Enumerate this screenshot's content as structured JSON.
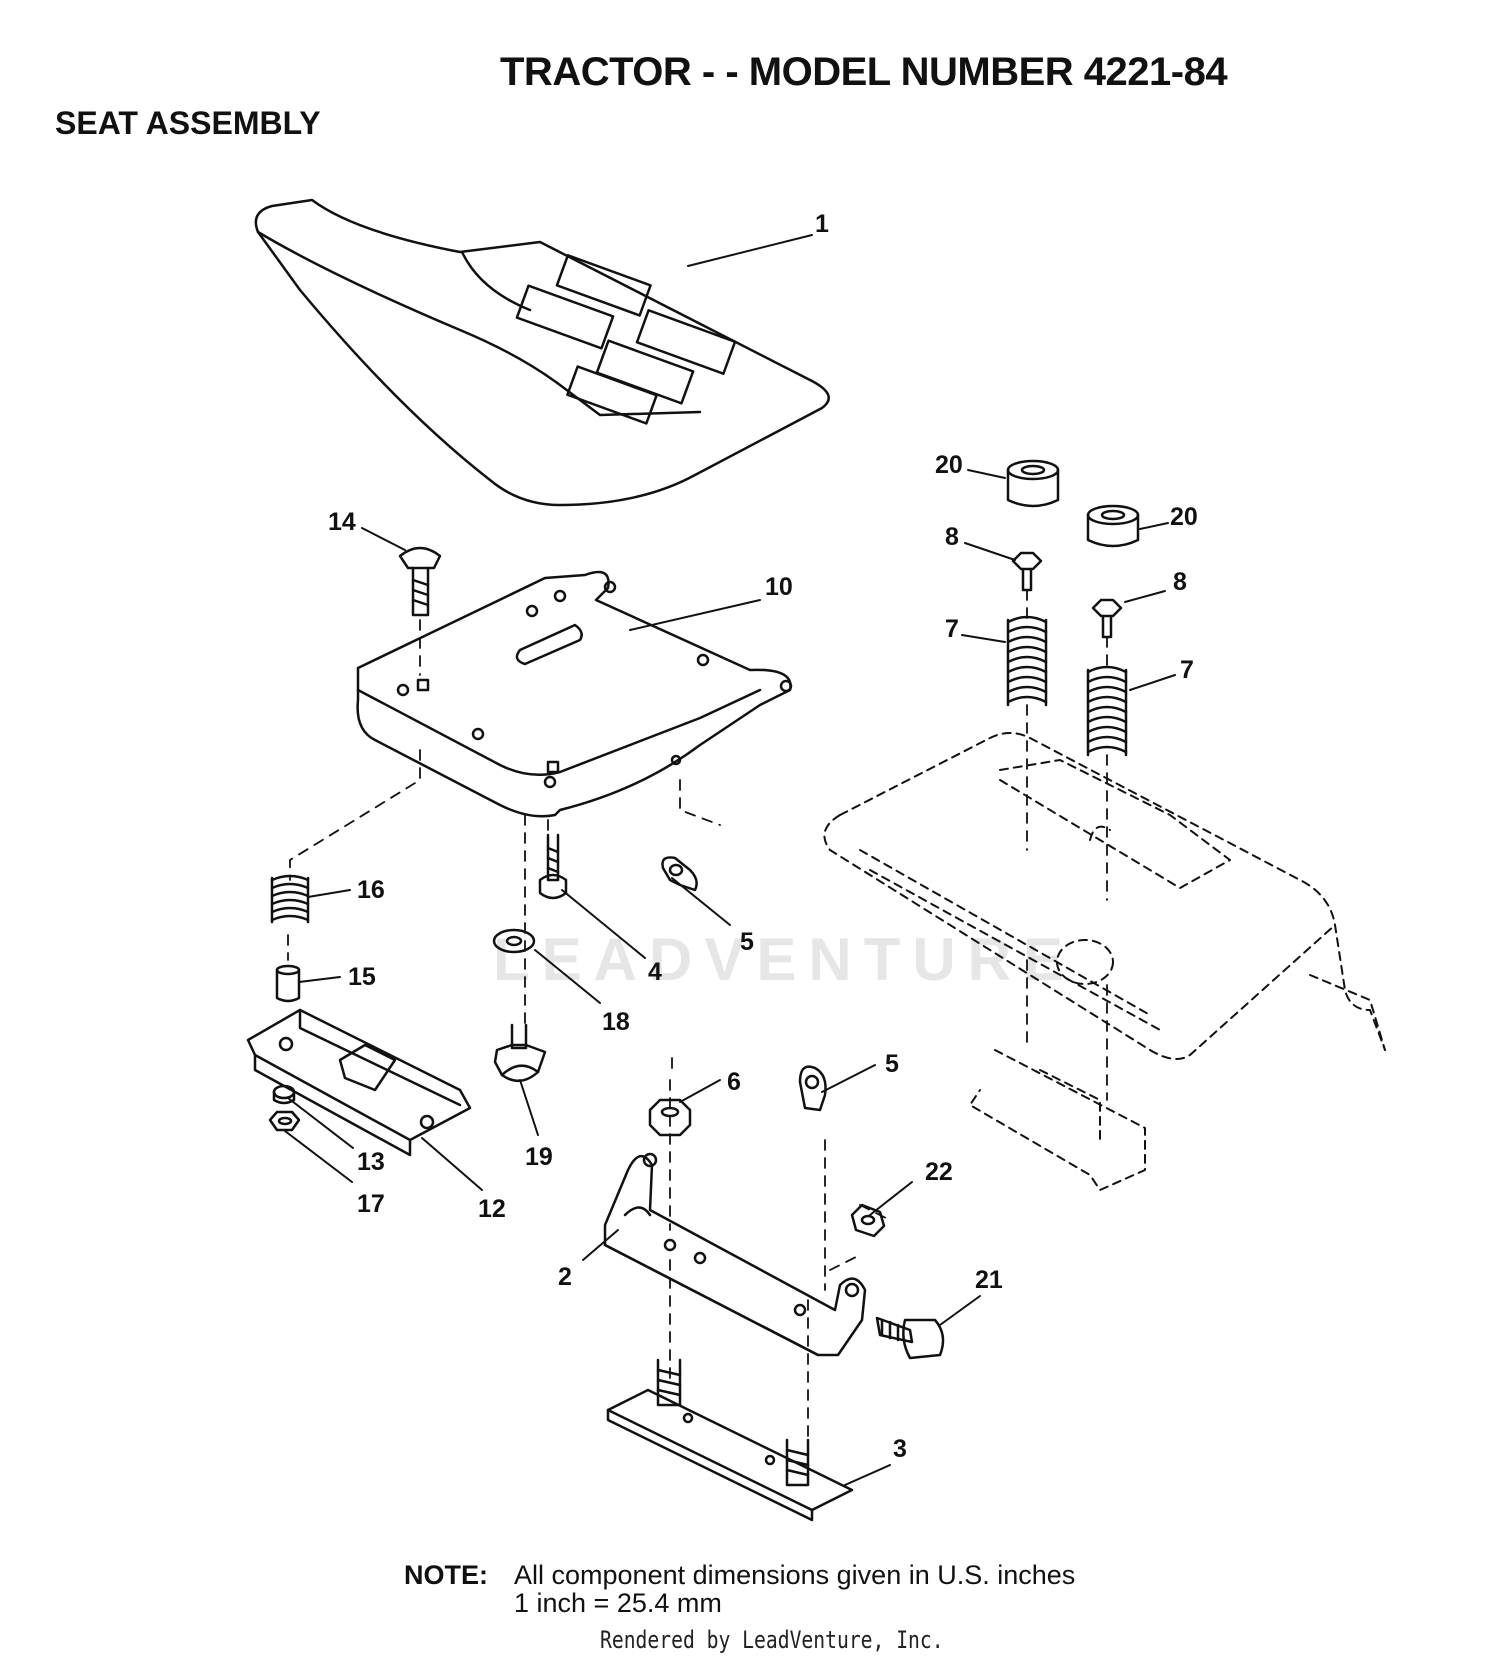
{
  "header": {
    "title": "TRACTOR - - MODEL NUMBER 4221-84",
    "section": "SEAT ASSEMBLY"
  },
  "diagram": {
    "callouts": [
      {
        "id": "c1",
        "label": "1"
      },
      {
        "id": "c20a",
        "label": "20"
      },
      {
        "id": "c20b",
        "label": "20"
      },
      {
        "id": "c14",
        "label": "14"
      },
      {
        "id": "c10",
        "label": "10"
      },
      {
        "id": "c8a",
        "label": "8"
      },
      {
        "id": "c8b",
        "label": "8"
      },
      {
        "id": "c7a",
        "label": "7"
      },
      {
        "id": "c7b",
        "label": "7"
      },
      {
        "id": "c16",
        "label": "16"
      },
      {
        "id": "c4",
        "label": "4"
      },
      {
        "id": "c5a",
        "label": "5"
      },
      {
        "id": "c15",
        "label": "15"
      },
      {
        "id": "c18",
        "label": "18"
      },
      {
        "id": "c6",
        "label": "6"
      },
      {
        "id": "c5b",
        "label": "5"
      },
      {
        "id": "c13",
        "label": "13"
      },
      {
        "id": "c19",
        "label": "19"
      },
      {
        "id": "c17",
        "label": "17"
      },
      {
        "id": "c12",
        "label": "12"
      },
      {
        "id": "c22",
        "label": "22"
      },
      {
        "id": "c2",
        "label": "2"
      },
      {
        "id": "c21",
        "label": "21"
      },
      {
        "id": "c3",
        "label": "3"
      }
    ]
  },
  "note": {
    "label": "NOTE:",
    "line1": "All component dimensions given in U.S. inches",
    "line2": "1 inch = 25.4 mm"
  },
  "footer": {
    "rendered_by": "Rendered by LeadVenture, Inc."
  },
  "watermark": {
    "text": "LEADVENTURE"
  }
}
